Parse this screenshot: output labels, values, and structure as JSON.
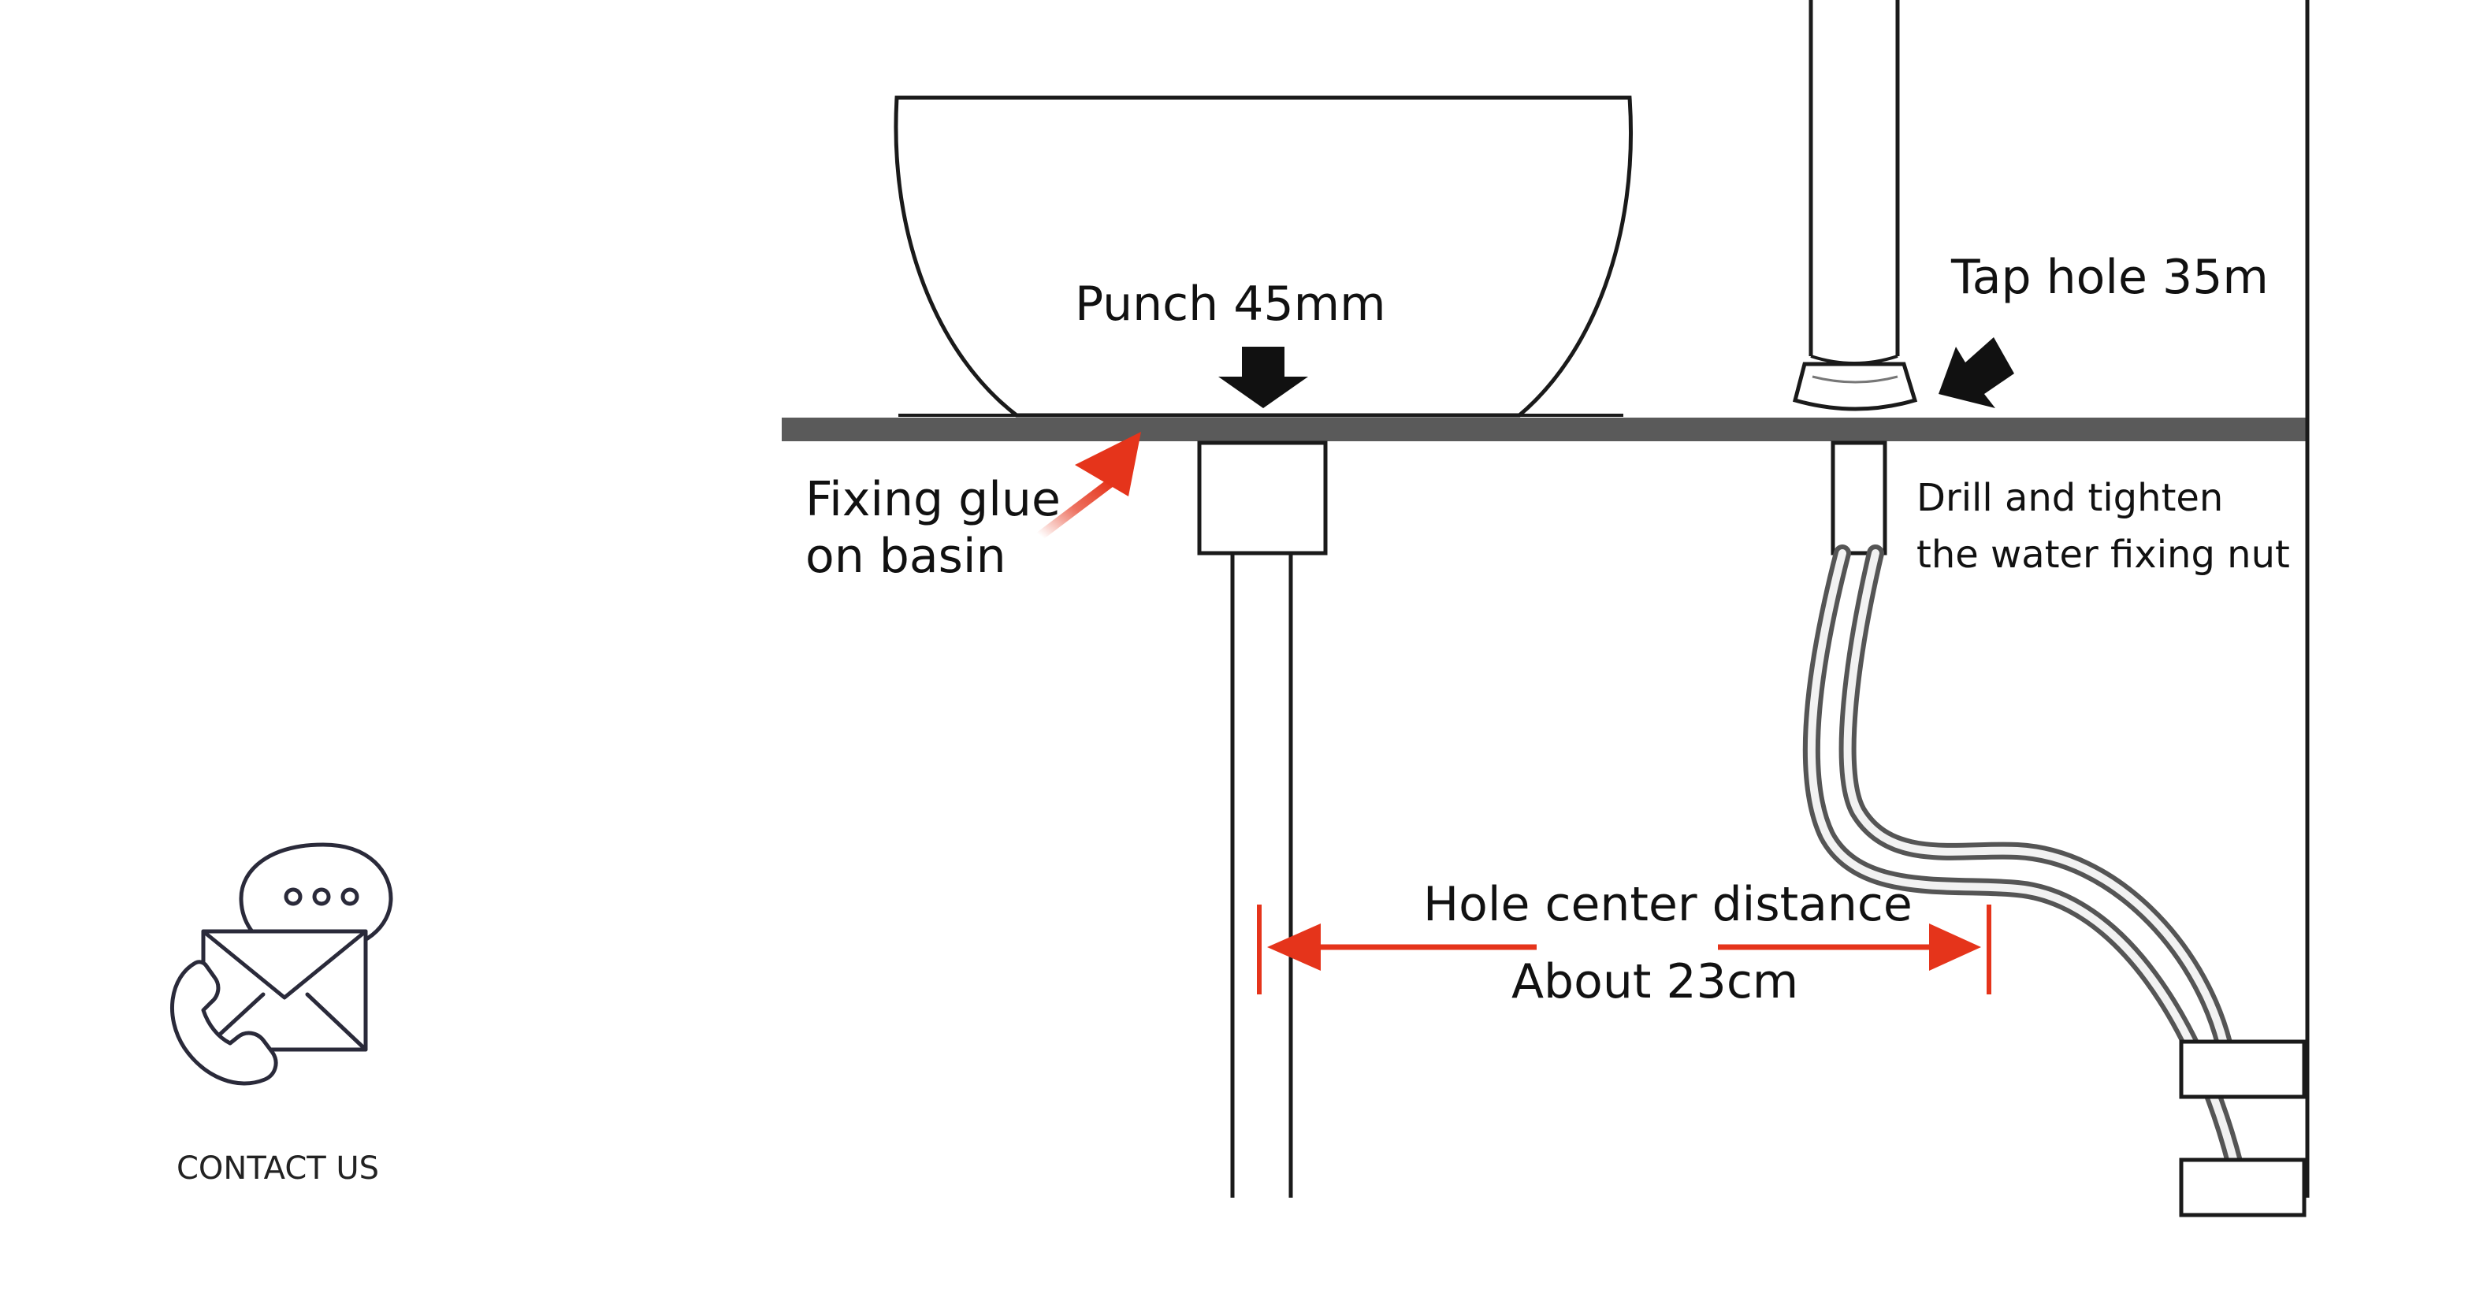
{
  "labels": {
    "punch": "Punch 45mm",
    "tap_hole": "Tap hole 35m",
    "fixing_glue_line1": "Fixing glue",
    "fixing_glue_line2": "on basin",
    "drill_line1": "Drill and tighten",
    "drill_line2": "the water fixing nut",
    "hole_center_line1": "Hole center distance",
    "hole_center_line2": "About 23cm"
  },
  "contact": {
    "label": "CONTACT US",
    "icon": "contact-envelope-phone-chat-icon"
  },
  "colors": {
    "line": "#1a1a1a",
    "countertop": "#5a5a5a",
    "hose": "#555555",
    "accent_red": "#e5341b",
    "arrow_black": "#111111"
  }
}
